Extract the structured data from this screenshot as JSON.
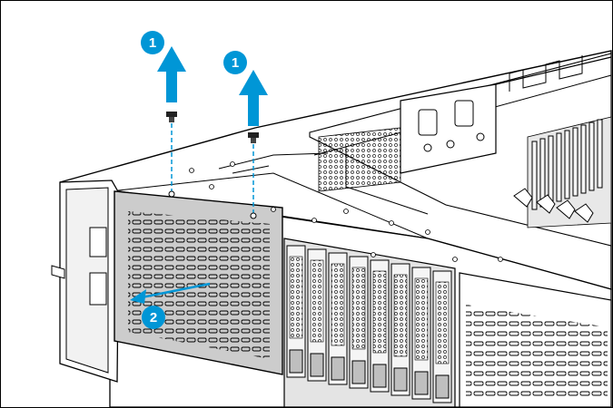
{
  "colors": {
    "callout": "#0096d6",
    "outline": "#000000",
    "panel_gray": "#c8c8c8",
    "bay_gray": "#d9d9d9",
    "background": "#ffffff"
  },
  "callouts": [
    {
      "label": "1",
      "target": "left-screw"
    },
    {
      "label": "1",
      "target": "right-screw"
    },
    {
      "label": "2",
      "target": "blank-panel"
    }
  ],
  "icons": [
    "up-arrow-icon",
    "screw-icon",
    "removal-arrow-icon"
  ]
}
